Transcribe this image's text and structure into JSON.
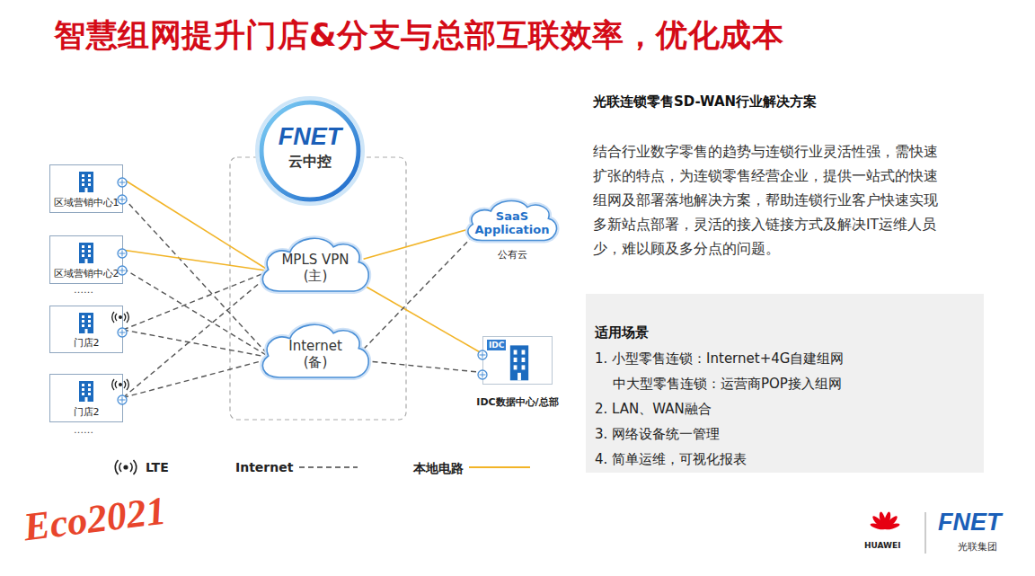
{
  "diagram": {
    "title": "智慧组网提升门店&分支与总部互联效率，优化成本",
    "nodes": [
      {
        "text": [
          "区域营销中心1"
        ]
      },
      {
        "text": [
          "区域营销中心2"
        ]
      },
      {
        "text": [
          "门店2"
        ]
      },
      {
        "text": [
          "门店2"
        ]
      },
      {
        "text": [
          "FNET",
          "云中控"
        ]
      },
      {
        "text": [
          "MPLS VPN (主)"
        ]
      },
      {
        "text": [
          "Internet (备)"
        ]
      },
      {
        "text": [
          "SaaS Application",
          "公有云"
        ]
      },
      {
        "text": [
          "IDC",
          "IDC数据中心/总部"
        ]
      },
      {
        "text": [
          "适用场景",
          "1. 小型零售连锁：Internet+4G自建组网",
          "中大型零售连锁：运营商POP接入组网",
          "2. LAN、WAN融合",
          "3. 网络设备统一管理",
          "4. 简单运维，可视化报表"
        ]
      }
    ],
    "edges": [
      {
        "from": 0,
        "to": 5,
        "arrow": "none"
      },
      {
        "from": 0,
        "to": 6,
        "arrow": "none"
      },
      {
        "from": 1,
        "to": 5,
        "arrow": "none"
      },
      {
        "from": 1,
        "to": 6,
        "arrow": "none"
      },
      {
        "from": 2,
        "to": 5,
        "arrow": "none"
      },
      {
        "from": 2,
        "to": 6,
        "arrow": "none"
      },
      {
        "from": 3,
        "to": 5,
        "arrow": "none"
      },
      {
        "from": 3,
        "to": 6,
        "arrow": "none"
      },
      {
        "from": 5,
        "to": 7,
        "arrow": "none"
      },
      {
        "from": 5,
        "to": 8,
        "arrow": "none"
      },
      {
        "from": 6,
        "to": 7,
        "arrow": "none"
      },
      {
        "from": 6,
        "to": 8,
        "arrow": "none"
      }
    ],
    "labels": [
      "光联连锁零售SD-WAN行业解决方案",
      "结合行业数字零售的趋势与连锁行业灵活性强，需快速扩张的特点，为连锁零售经营企业，提供一站式的快速组网及部署落地解决方案，帮助连锁行业客户快速实现多新站点部署，灵活的接入链接方式及解决IT运维人员少，难以顾及多分点的问题。",
      "……",
      "……",
      "Eco2021",
      "HUAWEI",
      "FNET",
      "光联集团"
    ],
    "legend": [
      {
        "text": "LTE"
      },
      {
        "text": "Internet"
      },
      {
        "text": "本地电路"
      }
    ]
  }
}
